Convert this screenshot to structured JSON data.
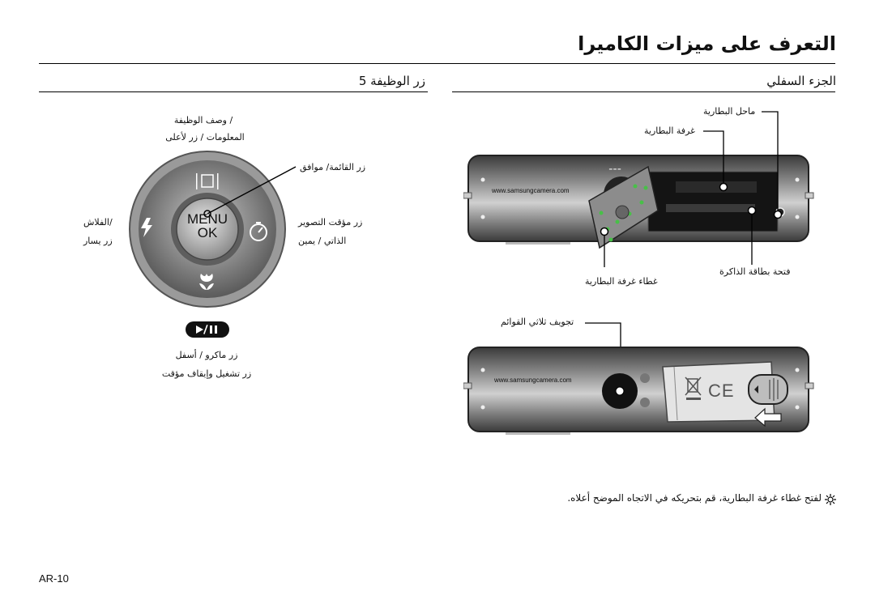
{
  "page": {
    "title": "التعرف على ميزات الكاميرا",
    "page_number": "AR-10"
  },
  "bottom_section": {
    "heading": "الجزء السفلي",
    "battery_chamber_lock": "ماحل البطارية",
    "battery_chamber": "غرفة البطارية",
    "memory_card_slot": "فتحة بطاقة الذاكرة",
    "battery_chamber_cover": "غطاء غرفة البطارية",
    "tripod_socket": "تجويف ثلاثي القوائم",
    "website": "www.samsungcamera.com",
    "note": "لفتح غطاء غرفة البطارية، قم بتحريكه في الاتجاه الموضح أعلاه."
  },
  "button_section": {
    "heading": "زر الوظيفة 5",
    "function_desc": "/ وصف الوظيفة",
    "up_button": "المعلومات / زر لأعلى",
    "menu_ok": "زر القائمة/ موافق",
    "flash_left": "/الفلاش",
    "left_button": "زر يسار",
    "self_timer": "زر مؤقت التصوير",
    "right_button": "الذاتي / يمين",
    "macro_down": "زر ماكرو / أسفل",
    "play_pause": "زر تشغيل وإيقاف مؤقت",
    "menu_label": "MENU",
    "ok_label": "OK"
  },
  "icons": [
    "flash-icon",
    "self-timer-icon",
    "macro-icon",
    "play-pause-icon",
    "note-icon",
    "ce-mark-icon",
    "weee-icon"
  ],
  "colors": {
    "text": "#111111",
    "camera_body": "#6e6e6e",
    "dial": "#8a8a8a"
  }
}
